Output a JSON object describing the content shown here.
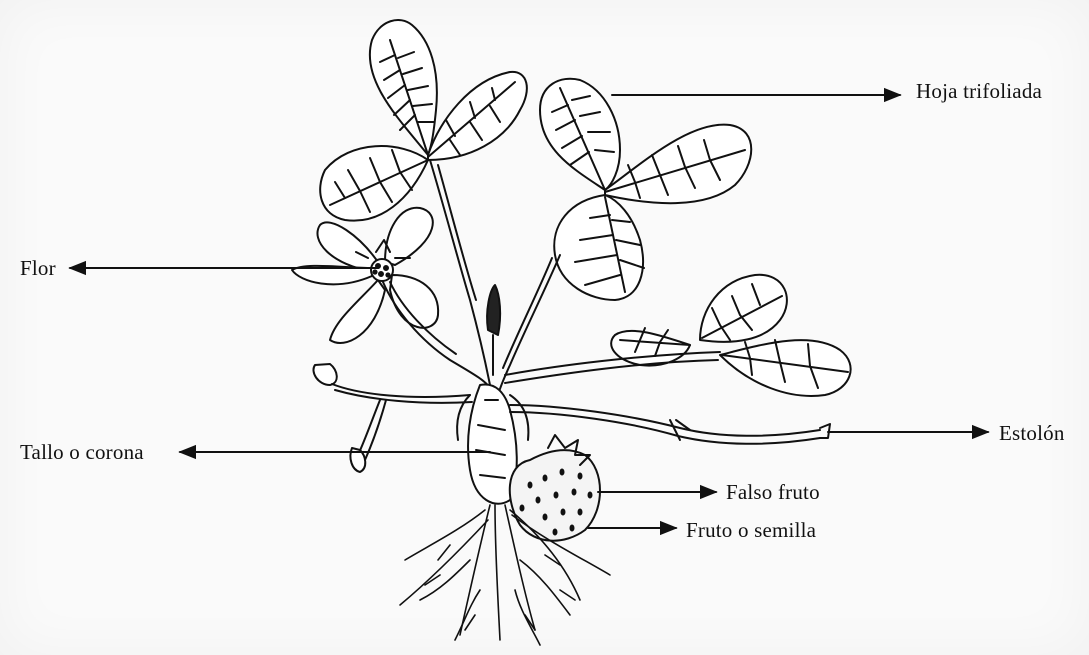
{
  "labels": {
    "hoja": "Hoja trifoliada",
    "flor": "Flor",
    "estolon": "Estolón",
    "tallo": "Tallo o corona",
    "falso_fruto": "Falso fruto",
    "fruto": "Fruto o semilla"
  },
  "colors": {
    "ink": "#111111",
    "paper": "#fafafa"
  }
}
